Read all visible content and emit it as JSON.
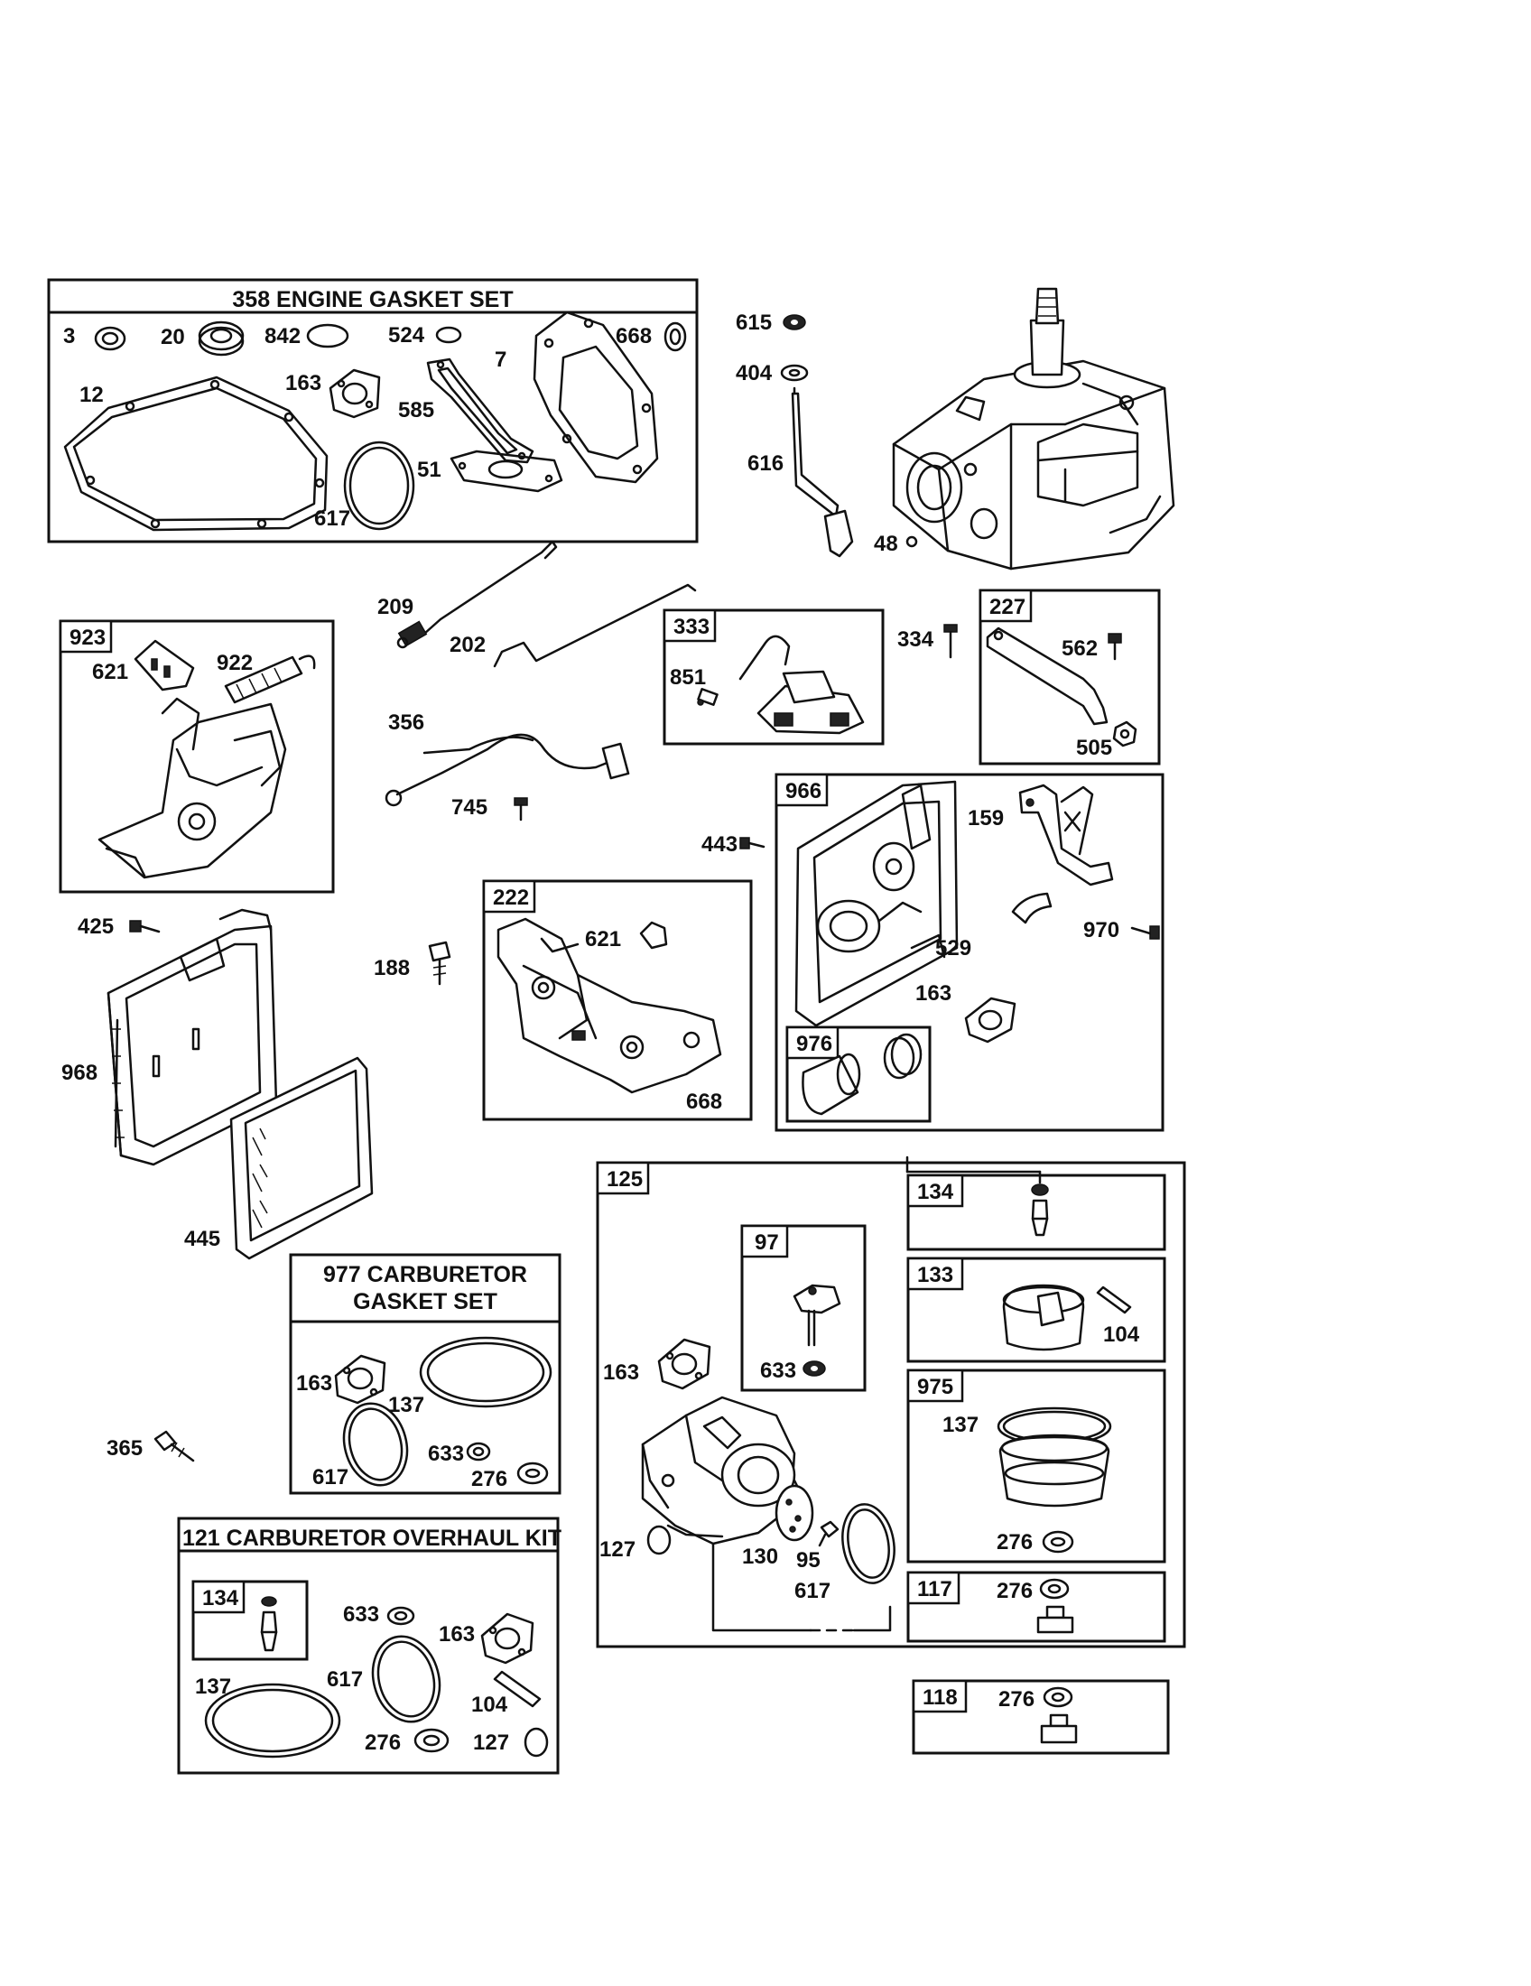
{
  "kits": {
    "k358": "358 ENGINE GASKET SET",
    "k977a": "977 CARBURETOR",
    "k977b": "GASKET SET",
    "k121": "121 CARBURETOR OVERHAUL KIT"
  },
  "boxes": {
    "b923": "923",
    "b333": "333",
    "b227": "227",
    "b966": "966",
    "b222": "222",
    "b976": "976",
    "b125": "125",
    "b97": "97",
    "b134a": "134",
    "b133": "133",
    "b975": "975",
    "b117": "117",
    "b118": "118",
    "b134b": "134"
  },
  "parts": {
    "p3": "3",
    "p20": "20",
    "p842": "842",
    "p524": "524",
    "p668a": "668",
    "p12": "12",
    "p163a": "163",
    "p585": "585",
    "p7": "7",
    "p51": "51",
    "p617a": "617",
    "p615": "615",
    "p404": "404",
    "p616": "616",
    "p48": "48",
    "p209": "209",
    "p202": "202",
    "p356": "356",
    "p745": "745",
    "p621a": "621",
    "p922": "922",
    "p851": "851",
    "p334": "334",
    "p562": "562",
    "p505": "505",
    "p443": "443",
    "p159": "159",
    "p970": "970",
    "p529": "529",
    "p163b": "163",
    "p425": "425",
    "p188": "188",
    "p621b": "621",
    "p668b": "668",
    "p968": "968",
    "p445": "445",
    "p163c": "163",
    "p137a": "137",
    "p617b": "617",
    "p633a": "633",
    "p276a": "276",
    "p365": "365",
    "p163d": "163",
    "p633b": "633",
    "p127a": "127",
    "p130": "130",
    "p95": "95",
    "p617c": "617",
    "p104a": "104",
    "p137b": "137",
    "p276b": "276",
    "p276c": "276",
    "p276d": "276",
    "p633c": "633",
    "p163e": "163",
    "p617d": "617",
    "p137c": "137",
    "p104b": "104",
    "p276e": "276",
    "p127b": "127"
  }
}
